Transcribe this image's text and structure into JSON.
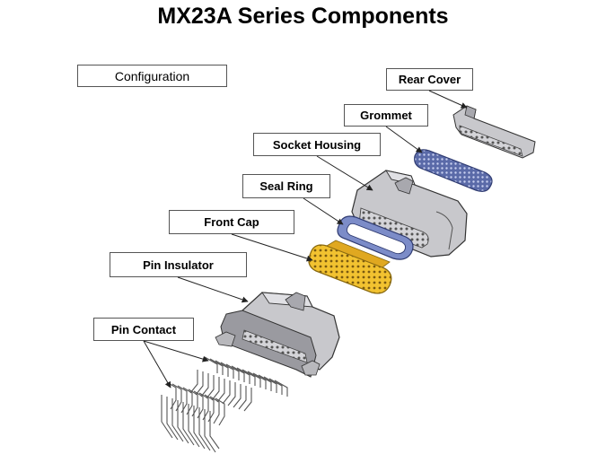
{
  "title": "MX23A Series Components",
  "config_label": "Configuration",
  "callouts": {
    "rear_cover": "Rear Cover",
    "grommet": "Grommet",
    "socket_housing": "Socket Housing",
    "seal_ring": "Seal Ring",
    "front_cap": "Front Cap",
    "pin_insulator": "Pin Insulator",
    "pin_contact": "Pin Contact"
  },
  "colors": {
    "housing_gray": "#c8c8cc",
    "grommet_blue": "#5a6aa8",
    "seal_blue": "#7c8cc8",
    "front_cap_yellow": "#f2c230",
    "outline": "#333333"
  }
}
